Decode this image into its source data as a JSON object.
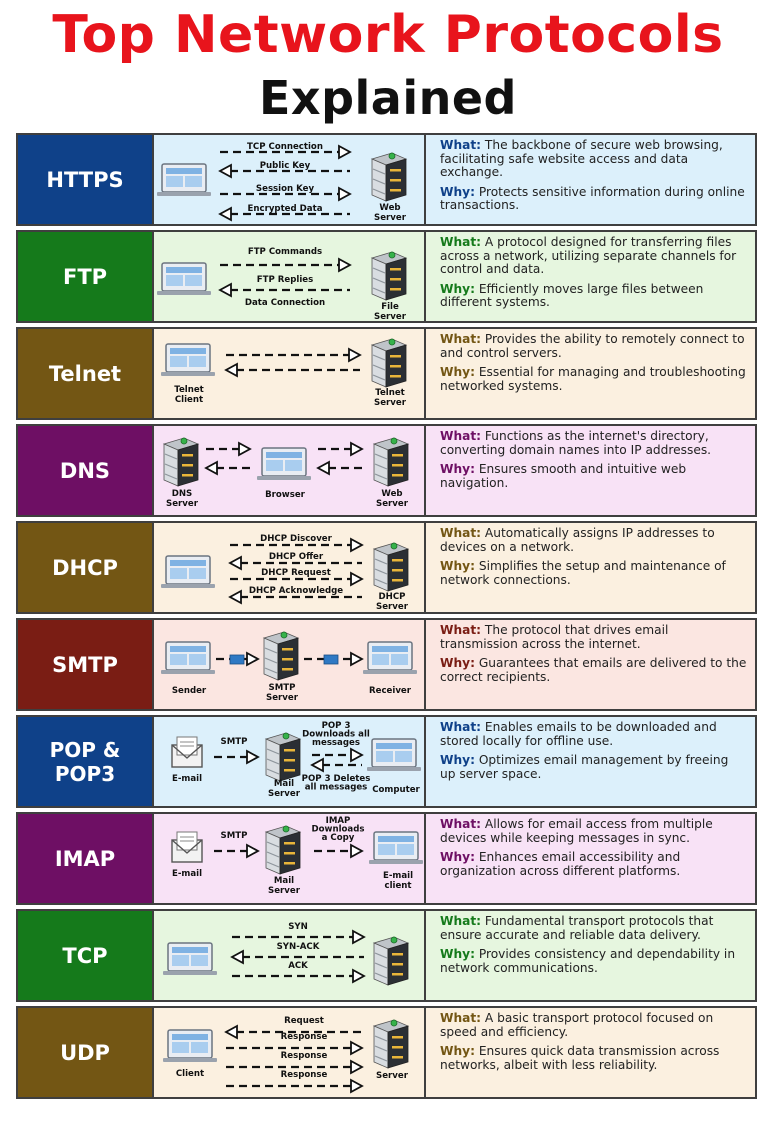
{
  "title": {
    "line1": "Top Network Protocols",
    "line2": "Explained"
  },
  "colors": {
    "title_red": "#e8141c",
    "blue": "#0f4189",
    "green": "#157a1b",
    "brown": "#735614",
    "purple": "#6e0f64",
    "red": "#7a1d14"
  },
  "protocols": [
    {
      "name": "HTTPS",
      "what_label": "What:",
      "what": "The backbone of secure web browsing, facilitating safe website access and data exchange.",
      "why_label": "Why:",
      "why": "Protects sensitive information during online transactions.",
      "diagram": {
        "labels": [
          "TCP Connection",
          "Public Key",
          "Session Key",
          "Encrypted Data"
        ],
        "endpoint_right": "Web Server"
      }
    },
    {
      "name": "FTP",
      "what_label": "What:",
      "what": "A protocol designed for transferring files across a network, utilizing separate channels for control and data.",
      "why_label": "Why:",
      "why": "Efficiently moves large files between different systems.",
      "diagram": {
        "labels": [
          "FTP Commands",
          "FTP Replies",
          "Data Connection"
        ],
        "endpoint_right": "File Server"
      }
    },
    {
      "name": "Telnet",
      "what_label": "What:",
      "what": "Provides the ability to remotely connect to and control servers.",
      "why_label": "Why:",
      "why": "Essential for managing and troubleshooting networked systems.",
      "diagram": {
        "endpoint_left": "Telnet Client",
        "endpoint_right": "Telnet Server"
      }
    },
    {
      "name": "DNS",
      "what_label": "What:",
      "what": "Functions as the internet's directory, converting domain names into IP addresses.",
      "why_label": "Why:",
      "why": "Ensures smooth and intuitive web navigation.",
      "diagram": {
        "endpoint_left": "DNS Server",
        "endpoint_middle": "Browser",
        "endpoint_right": "Web Server"
      }
    },
    {
      "name": "DHCP",
      "what_label": "What:",
      "what": "Automatically assigns IP addresses to devices on a network.",
      "why_label": "Why:",
      "why": "Simplifies the setup and maintenance of network connections.",
      "diagram": {
        "labels": [
          "DHCP Discover",
          "DHCP Offer",
          "DHCP Request",
          "DHCP Acknowledge"
        ],
        "endpoint_right": "DHCP Server"
      }
    },
    {
      "name": "SMTP",
      "what_label": "What:",
      "what": "The protocol that drives email transmission across the internet.",
      "why_label": "Why:",
      "why": "Guarantees that emails are delivered to the correct recipients.",
      "diagram": {
        "endpoint_left": "Sender",
        "endpoint_middle": "SMTP Server",
        "endpoint_right": "Receiver"
      }
    },
    {
      "name": "POP & POP3",
      "what_label": "What:",
      "what": "Enables emails to be downloaded and stored locally for offline use.",
      "why_label": "Why:",
      "why": "Optimizes email management by freeing up server space.",
      "diagram": {
        "endpoint_left": "E-mail",
        "label_1": "SMTP",
        "endpoint_middle": "Mail Server",
        "label_2": "POP 3 Downloads all messages",
        "label_3": "POP 3 Deletes all messages",
        "endpoint_right": "Computer"
      }
    },
    {
      "name": "IMAP",
      "what_label": "What:",
      "what": "Allows for email access from multiple devices while keeping messages in sync.",
      "why_label": "Why:",
      "why": "Enhances email accessibility and organization across different platforms.",
      "diagram": {
        "endpoint_left": "E-mail",
        "label_1": "SMTP",
        "endpoint_middle": "Mail Server",
        "label_2": "IMAP Downloads a Copy",
        "endpoint_right": "E-mail client"
      }
    },
    {
      "name": "TCP",
      "what_label": "What:",
      "what": "Fundamental transport protocols that ensure accurate and reliable data delivery.",
      "why_label": "Why:",
      "why": "Provides consistency and dependability in network communications.",
      "diagram": {
        "labels": [
          "SYN",
          "SYN-ACK",
          "ACK"
        ]
      }
    },
    {
      "name": "UDP",
      "what_label": "What:",
      "what": "A basic transport protocol focused on speed and efficiency.",
      "why_label": "Why:",
      "why": "Ensures quick data transmission across networks, albeit with less reliability.",
      "diagram": {
        "labels": [
          "Request",
          "Response",
          "Response",
          "Response"
        ],
        "endpoint_left": "Client",
        "endpoint_right": "Server"
      }
    }
  ]
}
